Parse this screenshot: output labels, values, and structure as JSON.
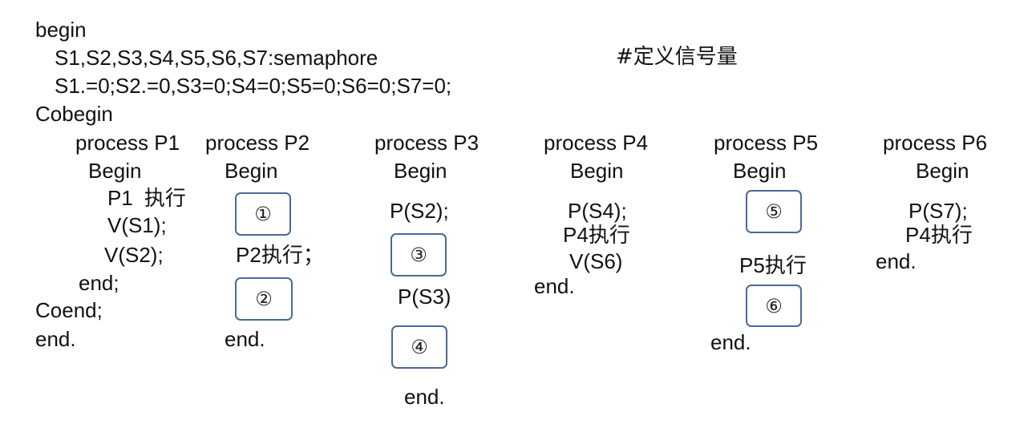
{
  "header": {
    "begin": "begin",
    "decl": "S1,S2,S3,S4,S5,S6,S7:semaphore",
    "decl_comment": "#定义信号量",
    "init": "S1.=0;S2.=0,S3=0;S4=0;S5=0;S6=0;S7=0;",
    "cobegin": "Cobegin"
  },
  "footer": {
    "coend": "Coend;",
    "end": "end."
  },
  "p1": {
    "title": "process P1",
    "begin": "Begin",
    "exec_label": "P1",
    "exec_word": "执行",
    "line2": "V(S1);",
    "line3": "V(S2);",
    "end": "end;"
  },
  "p2": {
    "title": "process P2",
    "begin": "Begin",
    "box1": "①",
    "exec_label": "P2",
    "exec_word": "执行；",
    "box2": "②",
    "end": "end."
  },
  "p3": {
    "title": "process P3",
    "begin": "Begin",
    "line1": "P(S2);",
    "box1": "③",
    "line2": "P(S3)",
    "box2": "④",
    "end": "end."
  },
  "p4": {
    "title": "process P4",
    "begin": "Begin",
    "line1": "P(S4);",
    "exec_label": "P4",
    "exec_word": "执行",
    "line3": "V(S6)",
    "end": "end."
  },
  "p5": {
    "title": "process P5",
    "begin": "Begin",
    "box1": "⑤",
    "exec_label": "P5",
    "exec_word": "执行",
    "box2": "⑥",
    "end": "end."
  },
  "p6": {
    "title": "process P6",
    "begin": "Begin",
    "line1": "P(S7);",
    "exec_label": "P4",
    "exec_word": "执行",
    "end": "end."
  }
}
